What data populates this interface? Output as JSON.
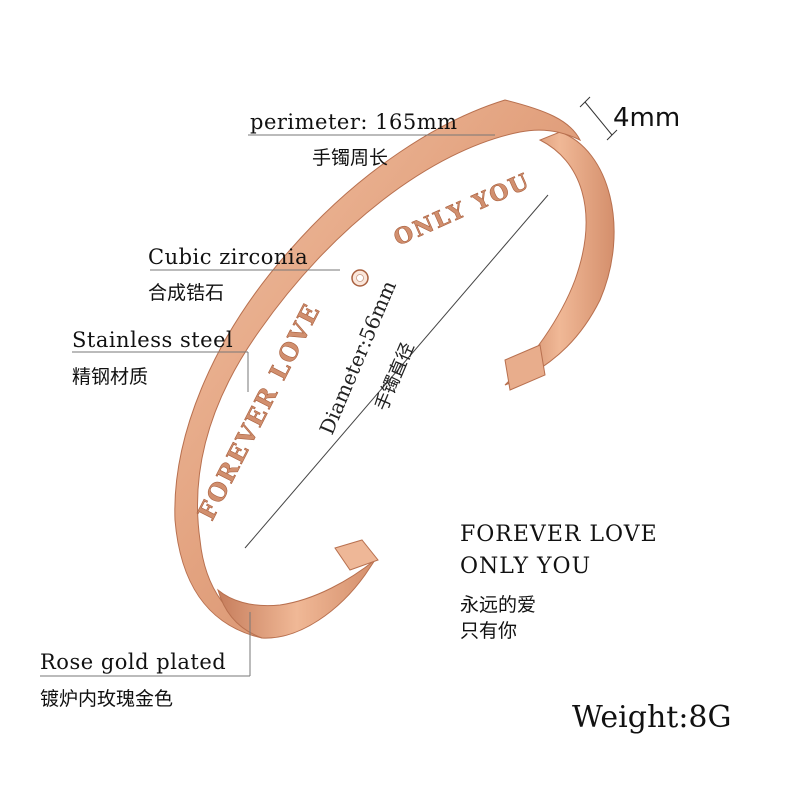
{
  "labels": {
    "perimeter": {
      "en": "perimeter: 165mm",
      "zh": "手镯周长"
    },
    "zirconia": {
      "en": "Cubic zirconia",
      "zh": "合成锆石"
    },
    "steel": {
      "en": "Stainless steel",
      "zh": "精钢材质"
    },
    "plating": {
      "en": "Rose gold plated",
      "zh": "镀炉内玫瑰金色"
    }
  },
  "width_mark": "4mm",
  "diameter": {
    "en": "Diameter:56mm",
    "zh": "手镯直径"
  },
  "engraving": {
    "part1": "FOREVER LOVE",
    "part2": "ONLY YOU"
  },
  "motto": {
    "line1": "FOREVER LOVE",
    "line2": "ONLY YOU",
    "zh1": "永远的爱",
    "zh2": "只有你"
  },
  "weight": "Weight:8G",
  "colors": {
    "rose_gold": "#e0a07e",
    "rose_gold_dark": "#b8704f",
    "rose_gold_light": "#f4c9ad",
    "line": "#555555"
  }
}
